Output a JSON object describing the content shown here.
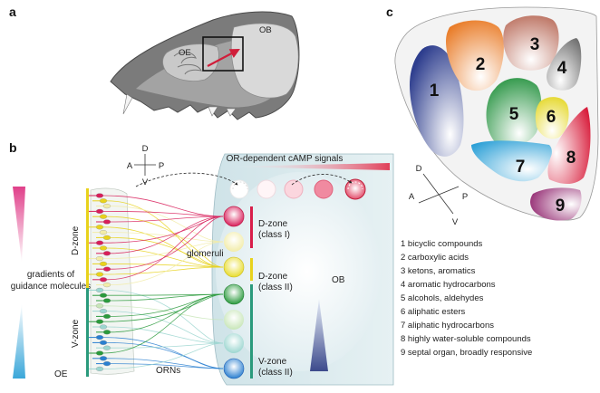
{
  "panel_a": {
    "letter": "a",
    "labels": {
      "oe": "OE",
      "ob": "OB"
    }
  },
  "panel_b": {
    "letter": "b",
    "compass": {
      "d": "D",
      "v": "V",
      "a": "A",
      "p": "P"
    },
    "camp_title": "OR-dependent cAMP signals",
    "glomeruli_label": "glomeruli",
    "ob_label": "OB",
    "oe_label": "OE",
    "orns_label": "ORNs",
    "gradients_line1": "gradients of",
    "gradients_line2": "guidance molecules",
    "d_zone_side": "D-zone",
    "v_zone_side": "V-zone",
    "zone_d1_line1": "D-zone",
    "zone_d1_line2": "(class I)",
    "zone_d2_line1": "D-zone",
    "zone_d2_line2": "(class II)",
    "zone_v_line1": "V-zone",
    "zone_v_line2": "(class II)"
  },
  "panel_c": {
    "letter": "c",
    "compass": {
      "d": "D",
      "v": "V",
      "a": "A",
      "p": "P"
    },
    "regions": [
      {
        "number": "1",
        "color": "#2e3e8e"
      },
      {
        "number": "2",
        "color": "#e8761e"
      },
      {
        "number": "3",
        "color": "#b86a58"
      },
      {
        "number": "4",
        "color": "#707070"
      },
      {
        "number": "5",
        "color": "#1f8f3a"
      },
      {
        "number": "6",
        "color": "#e3d51c"
      },
      {
        "number": "7",
        "color": "#2a9fd6"
      },
      {
        "number": "8",
        "color": "#d81e3c"
      },
      {
        "number": "9",
        "color": "#8e1f6a"
      }
    ],
    "legend": [
      "1  bicyclic compounds",
      "2  carboxylic acids",
      "3  ketons, aromatics",
      "4  aromatic hydrocarbons",
      "5  alcohols, aldehydes",
      "6  aliphatic esters",
      "7  aliphatic hydrocarbons",
      "8  highly water-soluble compounds",
      "9  septal organ, broadly responsive"
    ]
  }
}
